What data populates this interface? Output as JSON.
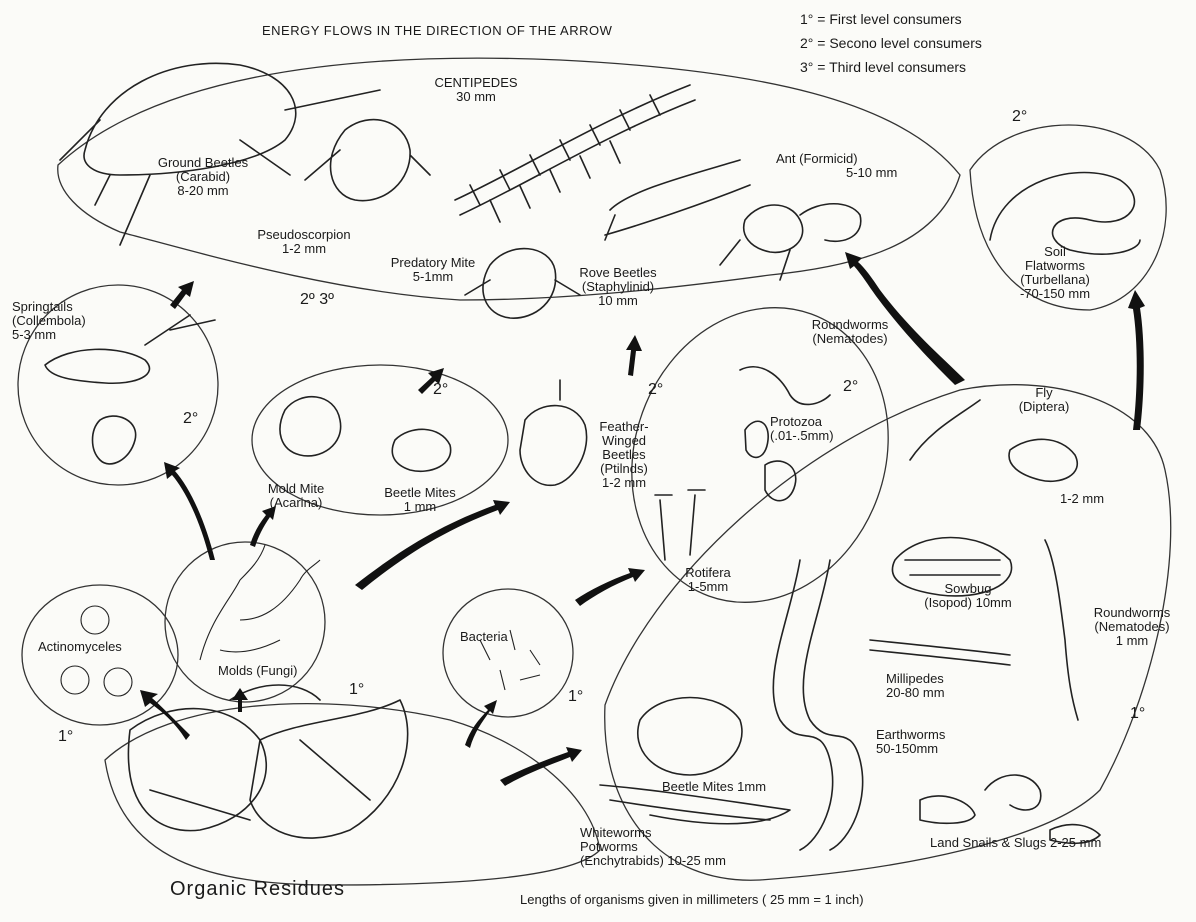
{
  "title": "ENERGY FLOWS IN THE DIRECTION OF THE ARROW",
  "legend": [
    {
      "key": "1°",
      "text": "= First level consumers"
    },
    {
      "key": "2°",
      "text": "= Secono level consumers"
    },
    {
      "key": "3°",
      "text": "= Third level consumers"
    }
  ],
  "levels": {
    "top_right": "2°",
    "two_three": "2º 3º",
    "springtails": "2°",
    "mites_center": "2°",
    "feather": "2°",
    "roundworms_top": "2°",
    "actino": "1°",
    "molds": "1°",
    "bacteria": "1°",
    "bottom_right": "1°"
  },
  "organisms": {
    "centipedes": {
      "name": "CENTIPEDES",
      "size": "30 mm"
    },
    "ground_beetles": {
      "name": "Ground Beetles",
      "sub": "(Carabid)",
      "size": "8-20 mm"
    },
    "pseudoscorpion": {
      "name": "Pseudoscorpion",
      "size": "1-2 mm"
    },
    "predatory_mite": {
      "name": "Predatory Mite",
      "size": "5-1mm"
    },
    "rove_beetles": {
      "name": "Rove Beetles",
      "sub": "(Staphylinid)",
      "size": "10 mm"
    },
    "ant": {
      "name": "Ant (Formicid)",
      "size": "5-10 mm"
    },
    "flatworms": {
      "name": "Soil",
      "name2": "Flatworms",
      "sub": "(Turbellana)",
      "size": "-70-150 mm"
    },
    "springtails": {
      "name": "Springtails",
      "sub": "(Collembola)",
      "size": "5-3 mm"
    },
    "mold_mite": {
      "name": "Mold Mite",
      "sub": "(Acarina)"
    },
    "beetle_mites_top": {
      "name": "Beetle Mites",
      "size": "1 mm"
    },
    "feather_beetles": {
      "name": "Feather-",
      "name2": "Winged",
      "name3": "Beetles",
      "sub": "(Ptilnds)",
      "size": "1-2 mm"
    },
    "roundworms_top": {
      "name": "Roundworms",
      "sub": "(Nematodes)"
    },
    "protozoa": {
      "name": "Protozoa",
      "size": "(.01-.5mm)"
    },
    "rotifera": {
      "name": "Rotifera",
      "size": "1-5mm"
    },
    "fly": {
      "name": "Fly",
      "sub": "(Diptera)",
      "size": "1-2 mm"
    },
    "sowbug": {
      "name": "Sowbug",
      "sub": "(Isopod) 10mm"
    },
    "roundworms_right": {
      "name": "Roundworms",
      "sub": "(Nematodes)",
      "size": "1 mm"
    },
    "millipedes": {
      "name": "Millipedes",
      "size": "20-80 mm"
    },
    "earthworms": {
      "name": "Earthworms",
      "size": "50-150mm"
    },
    "actinomycetes": {
      "name": "Actinomyceles"
    },
    "molds": {
      "name": "Molds (Fungi)"
    },
    "bacteria": {
      "name": "Bacteria"
    },
    "beetle_mites_bottom": {
      "name": "Beetle Mites 1mm"
    },
    "whiteworms": {
      "name": "Whiteworms",
      "name2": "Potworms",
      "sub": "(Enchytrabids) 10-25 mm"
    },
    "snails": {
      "name": "Land Snails & Slugs",
      "size": "2-25 mm"
    }
  },
  "organic_residues": "Organic Residues",
  "footnote": "Lengths of organisms given in millimeters ( 25 mm = 1 inch)"
}
